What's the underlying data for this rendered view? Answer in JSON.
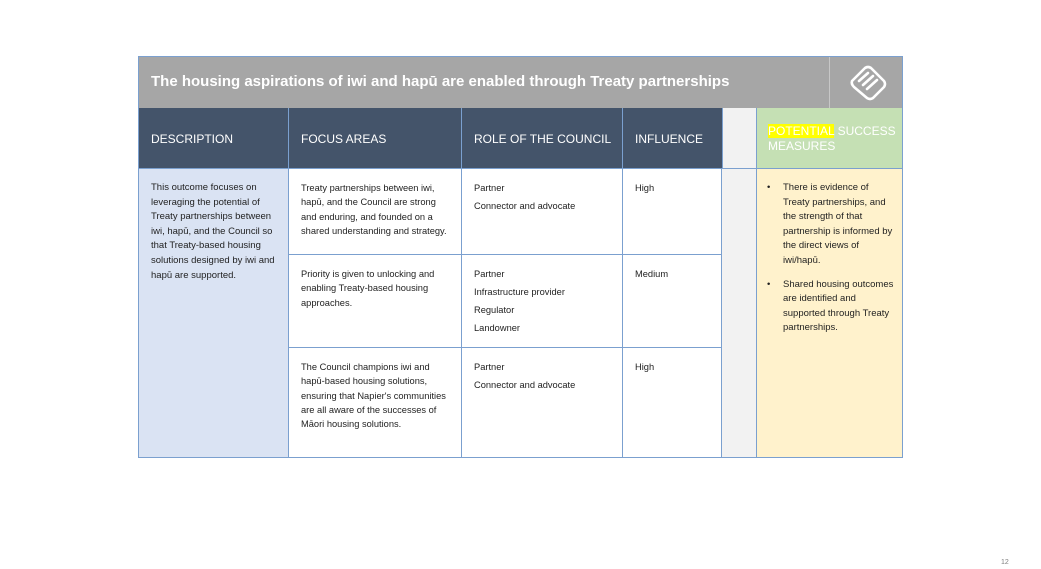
{
  "title": "The housing aspirations of iwi and hapū are enabled through Treaty partnerships",
  "logo_icon": "hand-logo-icon",
  "headers": {
    "description": "DESCRIPTION",
    "focus_areas": "FOCUS AREAS",
    "role": "ROLE OF THE COUNCIL",
    "influence": "INFLUENCE",
    "measures_highlight": "POTENTIAL",
    "measures_rest": " SUCCESS MEASURES"
  },
  "description": "This outcome focuses on leveraging the potential of Treaty partnerships between iwi, hapū, and the Council so that Treaty-based housing solutions designed by iwi and hapū are supported.",
  "rows": [
    {
      "focus": "Treaty partnerships between iwi, hapū, and the Council are strong and enduring, and founded on a shared understanding and strategy.",
      "roles": [
        "Partner",
        "Connector and advocate"
      ],
      "influence": "High"
    },
    {
      "focus": "Priority is given to unlocking and enabling Treaty-based housing approaches.",
      "roles": [
        "Partner",
        "Infrastructure provider",
        "Regulator",
        "Landowner"
      ],
      "influence": "Medium"
    },
    {
      "focus": "The Council champions iwi and hapū-based housing solutions, ensuring that Napier's communities are all aware of the successes of Māori housing solutions.",
      "roles": [
        "Partner",
        "Connector and advocate"
      ],
      "influence": "High"
    }
  ],
  "measures": [
    "There is evidence of Treaty partnerships, and the strength of that partnership is informed by the direct views of iwi/hapū.",
    "Shared housing outcomes are identified and supported through Treaty partnerships."
  ],
  "bullet_char": "•",
  "page_number": "12",
  "colors": {
    "title_bar": "#a6a6a6",
    "header_bar": "#44546a",
    "measures_header": "#c5e0b4",
    "description_bg": "#dae3f3",
    "measures_bg": "#fff2cc",
    "highlight": "#ffff00",
    "border": "#7ba0cf"
  }
}
